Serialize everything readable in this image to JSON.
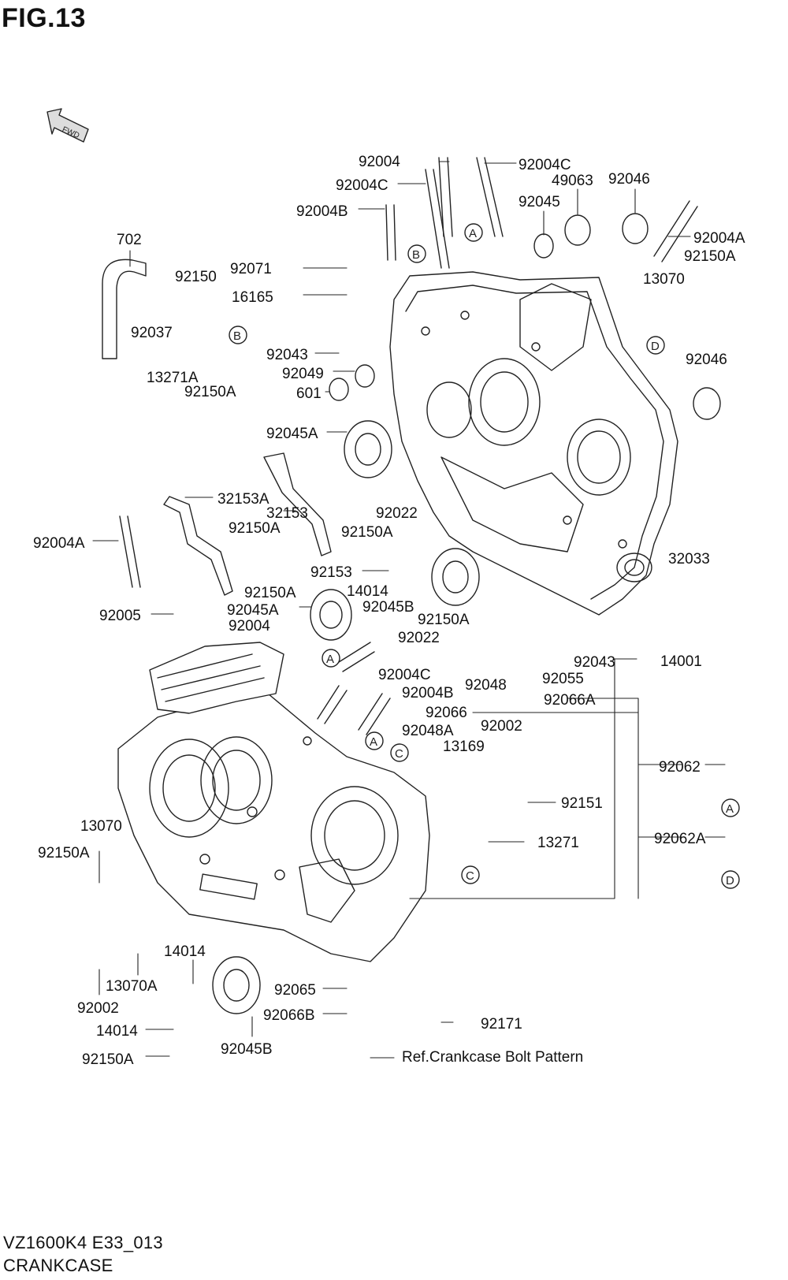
{
  "figure": {
    "title": "FIG.13",
    "fwd_label": "FWD",
    "model_code": "VZ1600K4 E33_013",
    "section_name": "CRANKCASE"
  },
  "callouts": [
    {
      "id": "A",
      "label": "A"
    },
    {
      "id": "B",
      "label": "B"
    },
    {
      "id": "C",
      "label": "C"
    },
    {
      "id": "D",
      "label": "D"
    }
  ],
  "parts": [
    {
      "label": "92004"
    },
    {
      "label": "92004C"
    },
    {
      "label": "92004C"
    },
    {
      "label": "92004B"
    },
    {
      "label": "92045"
    },
    {
      "label": "49063"
    },
    {
      "label": "92046"
    },
    {
      "label": "92004A"
    },
    {
      "label": "92150A"
    },
    {
      "label": "702"
    },
    {
      "label": "92150"
    },
    {
      "label": "92071"
    },
    {
      "label": "16165"
    },
    {
      "label": "13070"
    },
    {
      "label": "92037"
    },
    {
      "label": "92043"
    },
    {
      "label": "92049"
    },
    {
      "label": "601"
    },
    {
      "label": "92046"
    },
    {
      "label": "13271A"
    },
    {
      "label": "92150A"
    },
    {
      "label": "92045A"
    },
    {
      "label": "32153A"
    },
    {
      "label": "32153"
    },
    {
      "label": "92022"
    },
    {
      "label": "92004A"
    },
    {
      "label": "92150A"
    },
    {
      "label": "92150A"
    },
    {
      "label": "32033"
    },
    {
      "label": "92153"
    },
    {
      "label": "14014"
    },
    {
      "label": "92150A"
    },
    {
      "label": "92045A"
    },
    {
      "label": "92045B"
    },
    {
      "label": "92005"
    },
    {
      "label": "92150A"
    },
    {
      "label": "92004"
    },
    {
      "label": "92022"
    },
    {
      "label": "92043"
    },
    {
      "label": "14001"
    },
    {
      "label": "92004C"
    },
    {
      "label": "92048"
    },
    {
      "label": "92055"
    },
    {
      "label": "92004B"
    },
    {
      "label": "92066A"
    },
    {
      "label": "92066"
    },
    {
      "label": "92048A"
    },
    {
      "label": "92002"
    },
    {
      "label": "13169"
    },
    {
      "label": "92062"
    },
    {
      "label": "92151"
    },
    {
      "label": "13070"
    },
    {
      "label": "13271"
    },
    {
      "label": "92062A"
    },
    {
      "label": "92150A"
    },
    {
      "label": "14014"
    },
    {
      "label": "13070A"
    },
    {
      "label": "92065"
    },
    {
      "label": "92002"
    },
    {
      "label": "92066B"
    },
    {
      "label": "92171"
    },
    {
      "label": "14014"
    },
    {
      "label": "92045B"
    },
    {
      "label": "92150A"
    },
    {
      "label": "Ref.Crankcase Bolt Pattern"
    }
  ]
}
